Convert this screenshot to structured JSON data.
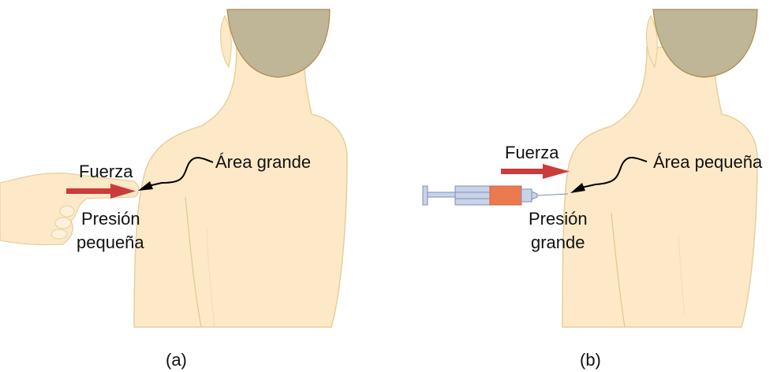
{
  "colors": {
    "skin": "#fde9c8",
    "skin_outline": "#e8cf9a",
    "hair": "#bfb597",
    "hair_outline": "#b08a4a",
    "force_arrow": "#cc3b3b",
    "syringe_body": "#c9d3e8",
    "syringe_outline": "#7d8fb8",
    "syringe_fluid": "#ec7a4f",
    "pointer": "#000000"
  },
  "panels": [
    {
      "id": "a",
      "caption": "(a)",
      "object": "finger",
      "force_label": "Fuerza",
      "area_label": "Área grande",
      "pressure_label_line1": "Presión",
      "pressure_label_line2": "pequeña"
    },
    {
      "id": "b",
      "caption": "(b)",
      "object": "syringe",
      "force_label": "Fuerza",
      "area_label": "Área pequeña",
      "pressure_label_line1": "Presión",
      "pressure_label_line2": "grande"
    }
  ]
}
